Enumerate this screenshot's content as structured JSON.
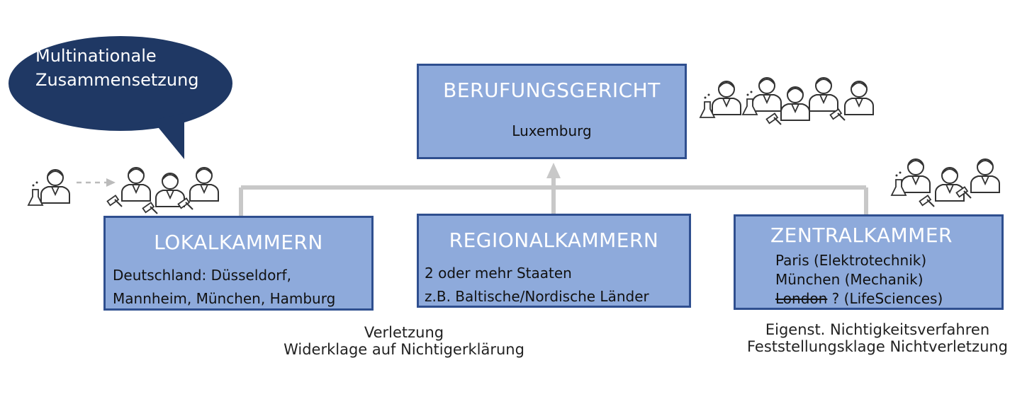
{
  "bubble": {
    "line1": "Multinationale",
    "line2": "Zusammensetzung"
  },
  "berufungsgericht": {
    "title": "BERUFUNGSGERICHT",
    "location": "Luxemburg"
  },
  "lokalkammern": {
    "title": "LOKALKAMMERN",
    "line1": "Deutschland: Düsseldorf,",
    "line2": "Mannheim, München, Hamburg"
  },
  "regionalkammern": {
    "title": "REGIONALKAMMERN",
    "line1": "2 oder mehr Staaten",
    "line2": "z.B. Baltische/Nordische Länder"
  },
  "zentralkammer": {
    "title": "ZENTRALKAMMER",
    "line1": "Paris (Elektrotechnik)",
    "line2": "München (Mechanik)",
    "line3_struck": "London",
    "line3_rest": " ? (LifeSciences)"
  },
  "captions": {
    "local_line1": "Verletzung",
    "local_line2": "Widerklage auf Nichtigerklärung",
    "central_line1": "Eigenst. Nichtigkeitsverfahren",
    "central_line2": "Feststellungsklage Nichtverletzung"
  },
  "colors": {
    "box_fill": "#8eaadb",
    "box_border": "#2f4f8f",
    "bubble_fill": "#1f3864",
    "connector": "#c8c8c8"
  },
  "icons": [
    "speech-bubble",
    "scientist-icon",
    "judge-icon",
    "gavel-icon",
    "lawyer-icon"
  ]
}
